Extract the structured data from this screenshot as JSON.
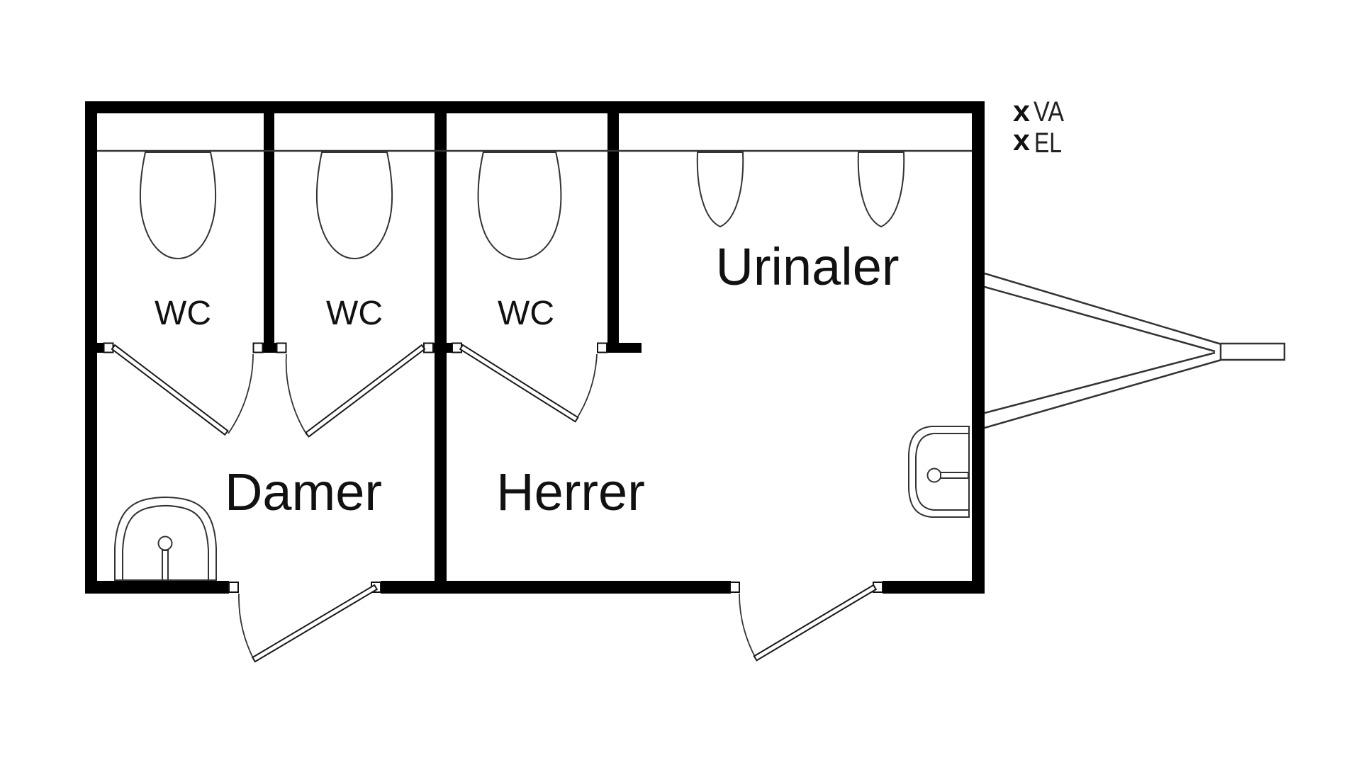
{
  "rooms": {
    "damer": {
      "label": "Damer"
    },
    "herrer": {
      "label": "Herrer"
    },
    "urinaler": {
      "label": "Urinaler"
    }
  },
  "stalls": {
    "wc1": {
      "label": "WC"
    },
    "wc2": {
      "label": "WC"
    },
    "wc3": {
      "label": "WC"
    }
  },
  "utility_markers": {
    "va": {
      "symbol": "x",
      "label": "VA"
    },
    "el": {
      "symbol": "x",
      "label": "EL"
    }
  },
  "colors": {
    "wall": "#000000",
    "line": "#333333",
    "text": "#111111",
    "marker_gray": "#9b9b9b",
    "background": "#ffffff"
  }
}
